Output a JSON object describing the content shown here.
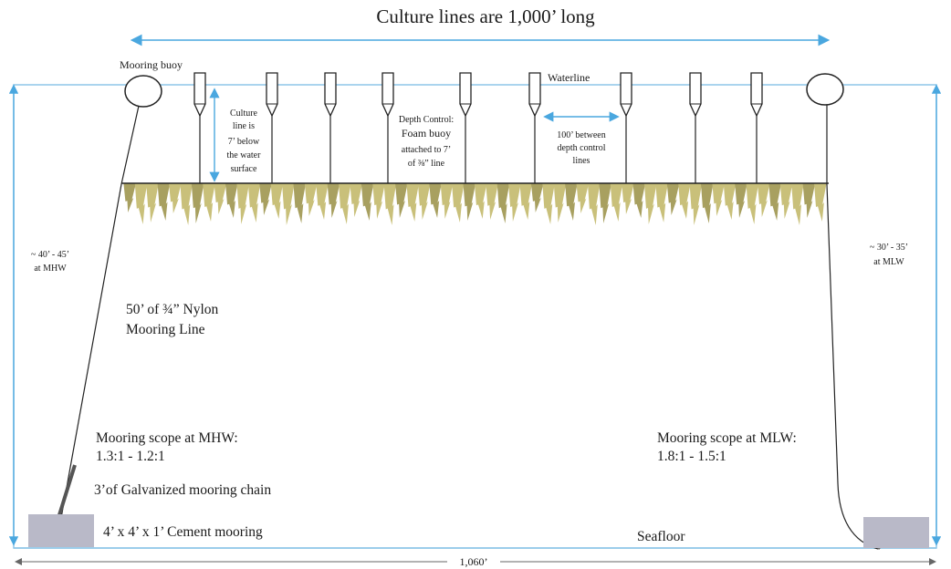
{
  "title": "Culture lines are 1,000’ long",
  "labels": {
    "mooring_buoy": "Mooring buoy",
    "waterline": "Waterline",
    "culture_depth": [
      "Culture",
      "line is",
      "7’ below",
      "the water",
      "surface"
    ],
    "depth_control": [
      "Depth Control:",
      "Foam buoy",
      "attached to 7’",
      "of ⅜” line"
    ],
    "spacing": [
      "100’ between",
      "depth control",
      "lines"
    ],
    "left_depth": [
      "~ 40’ - 45’",
      "at MHW"
    ],
    "right_depth": [
      "~ 30’ - 35’",
      "at MLW"
    ],
    "nylon_line": [
      "50’ of ¾” Nylon",
      "Mooring Line"
    ],
    "scope_mhw": [
      "Mooring scope at MHW:",
      "1.3:1 - 1.2:1"
    ],
    "scope_mlw": [
      "Mooring scope at MLW:",
      "1.8:1 - 1.5:1"
    ],
    "chain": "3’of Galvanized mooring chain",
    "cement": "4’ x 4’ x 1’ Cement mooring",
    "seafloor": "Seafloor",
    "bottom_dimension": "1,060’"
  },
  "colors": {
    "water_outline": "#8ec6e8",
    "arrow_blue": "#4aa7df",
    "kelp": "#c9c07a",
    "kelp_dark": "#a8a060",
    "block": "#b9b9c8",
    "line": "#222222"
  },
  "depth_control_count": 9,
  "kelp_blade_count": 62
}
